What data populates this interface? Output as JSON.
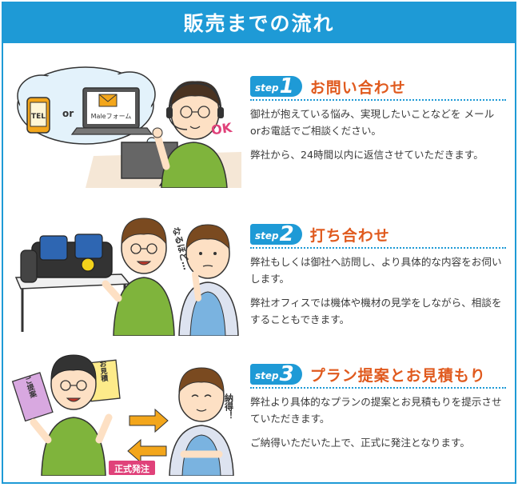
{
  "header": {
    "title": "販売までの流れ"
  },
  "steps": [
    {
      "step_word": "step",
      "step_num": "1",
      "title": "お問い合わせ",
      "body": [
        "御社が抱えている悩み、実現したいことなどを メールorお電話でご相談ください。",
        "弊社から、24時間以内に返信させていただきます。"
      ],
      "illustration": {
        "tel_label": "TEL",
        "or_label": "or",
        "mail_label": "Maleフォーム",
        "ok_label": "OK"
      }
    },
    {
      "step_word": "step",
      "step_num": "2",
      "title": "打ち合わせ",
      "body": [
        "弊社もしくは御社へ訪問し、より具体的な内容をお伺いします。",
        "弊社オフィスでは機体や機材の見学をしながら、相談をすることもできます。"
      ],
      "illustration": {
        "naruhodo_label": "なるほど…"
      }
    },
    {
      "step_word": "step",
      "step_num": "3",
      "title": "プラン提案とお見積もり",
      "body": [
        "弊社より具体的なプランの提案とお見積もりを提示させていただきます。",
        "ご納得いただいた上で、正式に発注となります。"
      ],
      "illustration": {
        "proposal_label": "ご提案",
        "estimate_label": "お見積",
        "nattoku_label": "納得！",
        "order_label": "正式発注"
      }
    }
  ],
  "colors": {
    "accent": "#1e9ad6",
    "title_orange": "#e05a1e",
    "shirt_green": "#7fb43c"
  }
}
